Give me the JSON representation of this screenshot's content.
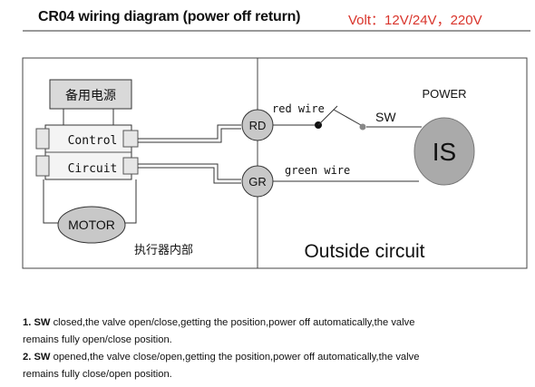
{
  "header": {
    "title": "CR04 wiring diagram (power off return)",
    "volt": "Volt：12V/24V，220V"
  },
  "diagram": {
    "backup_power": "备用电源",
    "control": "Control",
    "circuit": "Circuit",
    "motor": "MOTOR",
    "internal": "执行器内部",
    "rd": "RD",
    "gr": "GR",
    "red_wire": "red wire",
    "green_wire": "green wire",
    "sw": "SW",
    "power": "POWER",
    "is": "IS",
    "outside": "Outside circuit"
  },
  "notes": {
    "n1_num": "1.",
    "n1_sw": "SW",
    "n1_text_a": " closed,the valve open/close,getting the position,power off automatically,the valve",
    "n1_text_b": "remains fully open/close position.",
    "n2_num": "2.",
    "n2_sw": "SW",
    "n2_text_a": " opened,the valve close/open,getting the position,power off automatically,the valve",
    "n2_text_b": "remains fully close/open position."
  },
  "colors": {
    "line": "#333333",
    "box_fill": "#d9d9d9",
    "circle_fill": "#c8c8c8",
    "is_fill": "#aaaaaa",
    "volt": "#d9342b"
  }
}
